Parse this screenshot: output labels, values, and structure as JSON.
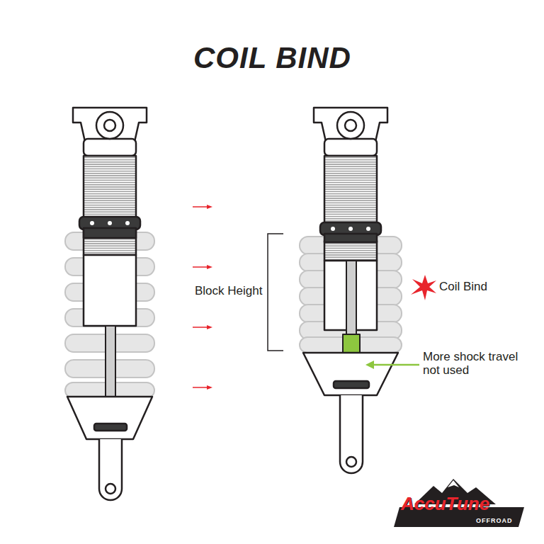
{
  "diagram": {
    "title": "COIL BIND",
    "labels": [
      "Block Height",
      "Coil Bind",
      "More shock travel not used",
      "AccuTune",
      "OFFROAD"
    ]
  }
}
